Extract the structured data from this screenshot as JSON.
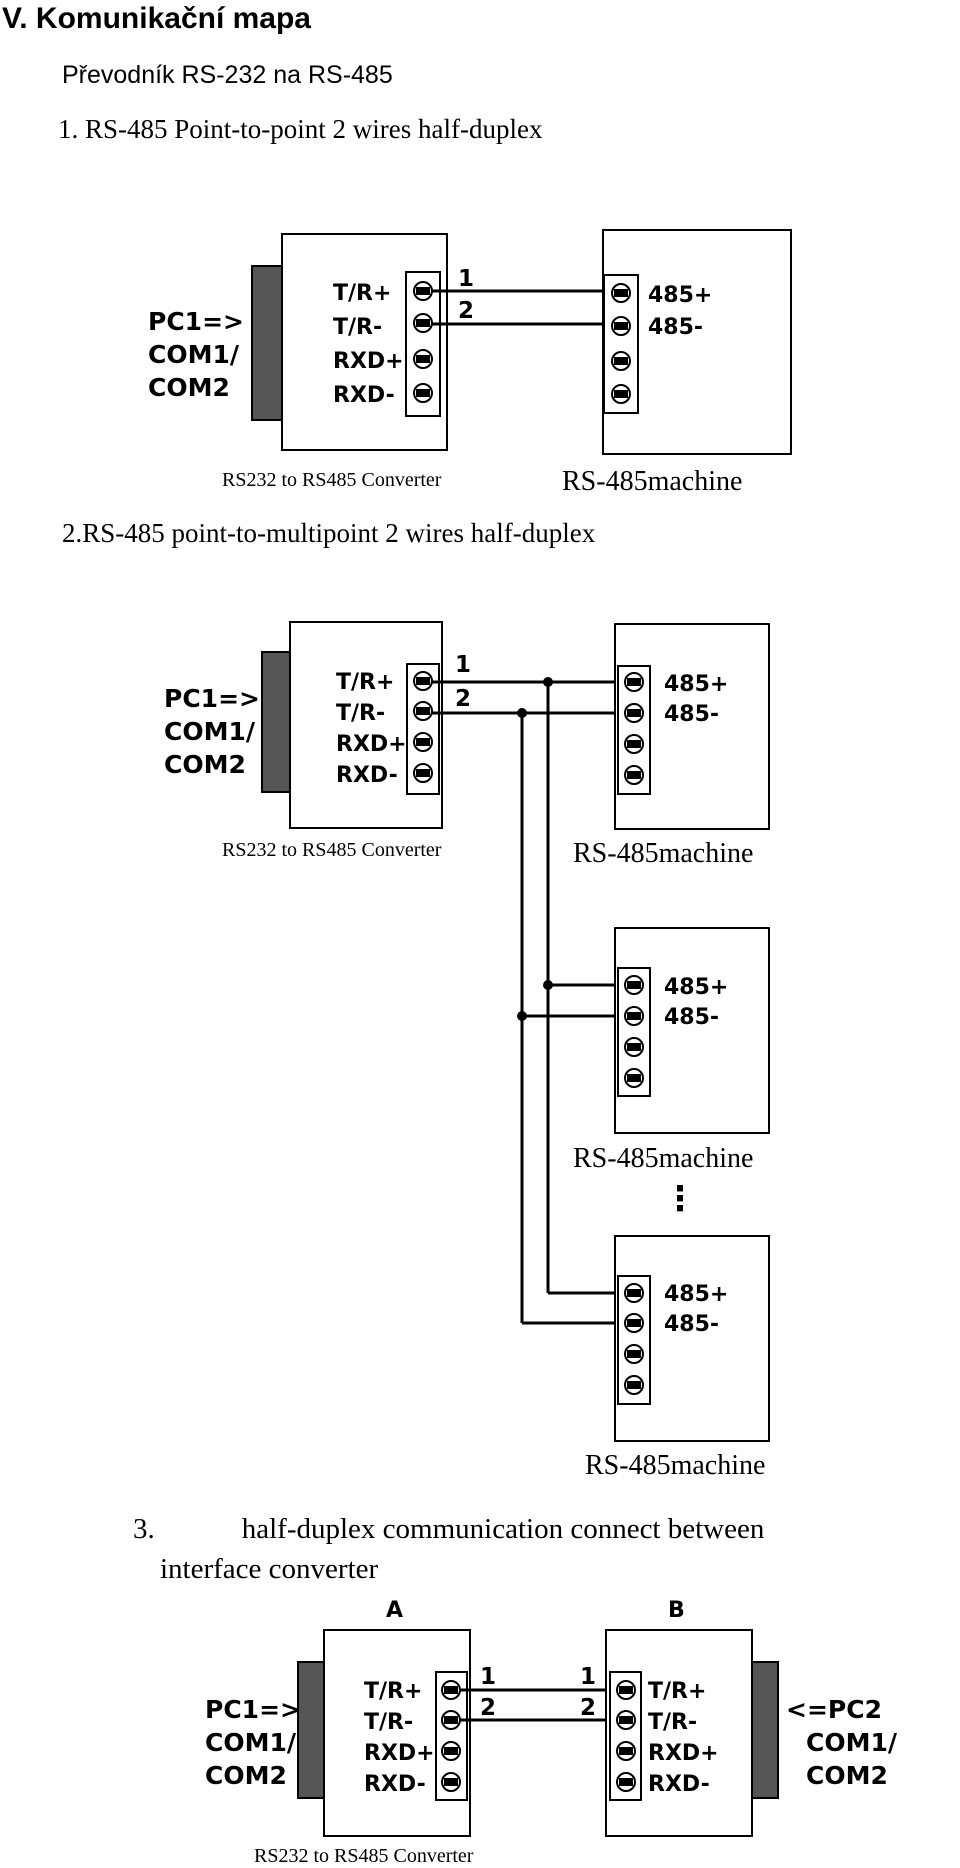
{
  "heading": "V.  Komunikační mapa",
  "subheading": "Převodník RS-232 na RS-485",
  "section1": {
    "title": "1. RS-485 Point-to-point 2 wires half-duplex",
    "pc_label": [
      "PC1=>",
      "COM1/",
      "COM2"
    ],
    "converter_terminals": [
      "T/R+",
      "T/R-",
      "RXD+",
      "RXD-"
    ],
    "wire_numbers": [
      "1",
      "2"
    ],
    "machine_terminals": [
      "485+",
      "485-"
    ],
    "converter_caption": "RS232 to RS485 Converter",
    "machine_caption": "RS-485machine"
  },
  "section2": {
    "title": "2.RS-485 point-to-multipoint  2 wires half-duplex",
    "pc_label": [
      "PC1=>",
      "COM1/",
      "COM2"
    ],
    "converter_terminals": [
      "T/R+",
      "T/R-",
      "RXD+",
      "RXD-"
    ],
    "wire_numbers": [
      "1",
      "2"
    ],
    "converter_caption": "RS232 to RS485 Converter",
    "machines": [
      {
        "terminals": [
          "485+",
          "485-"
        ],
        "caption": "RS-485machine"
      },
      {
        "terminals": [
          "485+",
          "485-"
        ],
        "caption": "RS-485machine"
      },
      {
        "terminals": [
          "485+",
          "485-"
        ],
        "caption": "RS-485machine"
      }
    ],
    "ellipsis": "⋮"
  },
  "section3": {
    "title_line1": "3.            half-duplex communication connect between",
    "title_line2": "interface converter",
    "label_a": "A",
    "label_b": "B",
    "pc1_label": [
      "PC1=>",
      "COM1/",
      "COM2"
    ],
    "pc2_label": [
      "<=PC2",
      "COM1/",
      "COM2"
    ],
    "converter_a_terminals": [
      "T/R+",
      "T/R-",
      "RXD+",
      "RXD-"
    ],
    "converter_b_terminals": [
      "T/R+",
      "T/R-",
      "RXD+",
      "RXD-"
    ],
    "wire_numbers_a": [
      "1",
      "2"
    ],
    "wire_numbers_b": [
      "1",
      "2"
    ],
    "converter_caption": "RS232 to RS485 Converter"
  }
}
